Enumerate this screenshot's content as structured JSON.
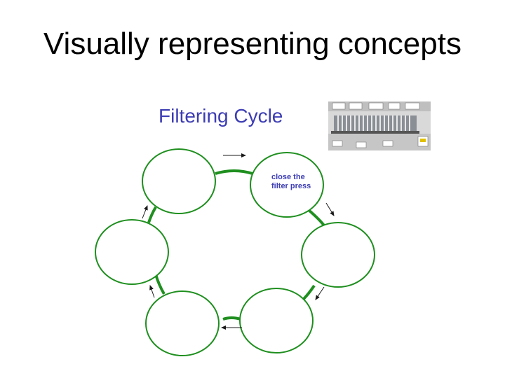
{
  "slide": {
    "title": "Visually representing concepts"
  },
  "diagram": {
    "title": "Filtering Cycle",
    "accent_color": "#3c3cb4",
    "ring_color": "#1f8f1f",
    "arrow_color": "#1a1a1a",
    "steps": [
      {
        "label_line1": "close the",
        "label_line2": "filter press"
      },
      {
        "label_line1": "",
        "label_line2": ""
      },
      {
        "label_line1": "",
        "label_line2": ""
      },
      {
        "label_line1": "",
        "label_line2": ""
      },
      {
        "label_line1": "",
        "label_line2": ""
      },
      {
        "label_line1": "",
        "label_line2": ""
      }
    ],
    "photo_icon": "filter-press-photo"
  }
}
